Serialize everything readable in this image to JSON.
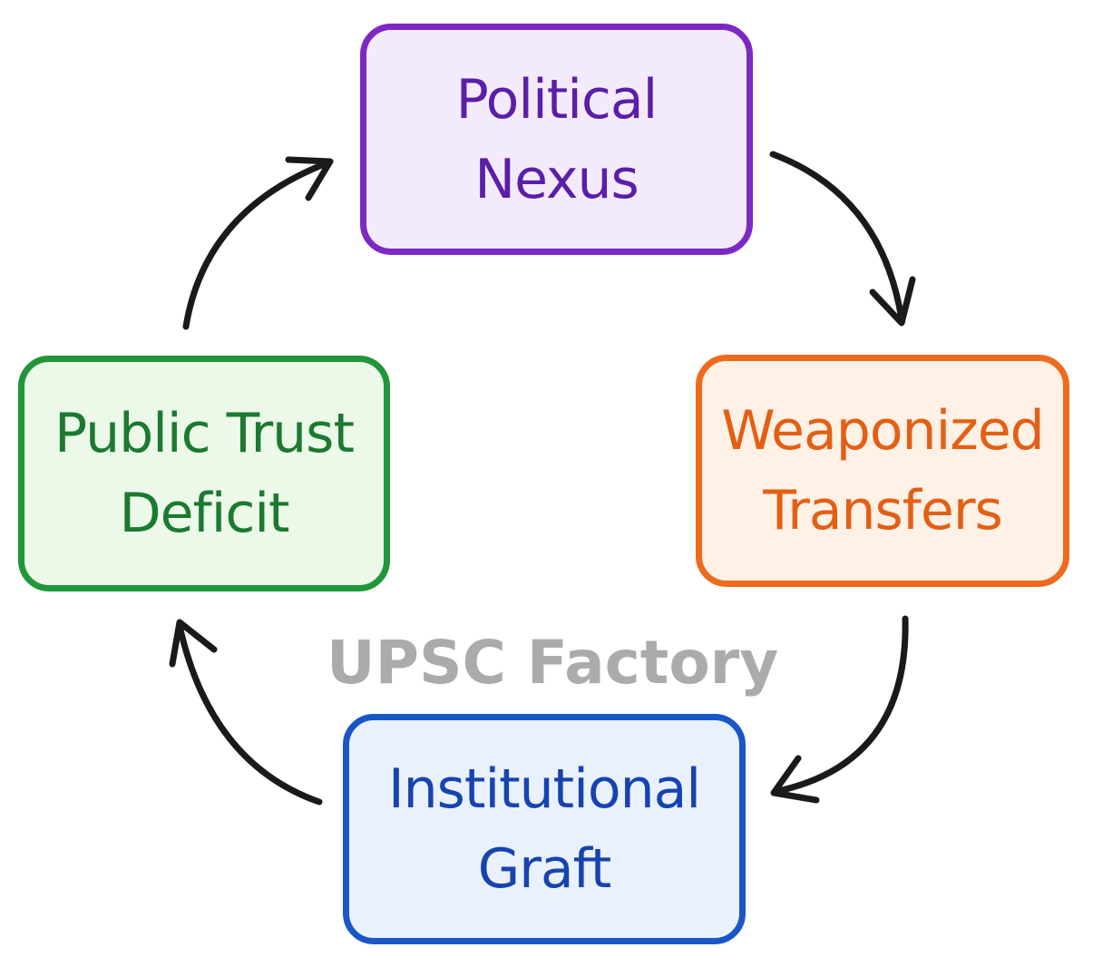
{
  "diagram": {
    "type": "cycle",
    "nodes": [
      {
        "id": "top",
        "lines": [
          "Political",
          "Nexus"
        ],
        "color": "#7e28c4",
        "text_color": "#5a1ea8",
        "fill": "#f3ebfb"
      },
      {
        "id": "right",
        "lines": [
          "Weaponized",
          "Transfers"
        ],
        "color": "#ee6b1d",
        "text_color": "#e35f14",
        "fill": "#fff1e5"
      },
      {
        "id": "bottom",
        "lines": [
          "Institutional",
          "Graft"
        ],
        "color": "#1a56c7",
        "text_color": "#1743b0",
        "fill": "#e9f1fc"
      },
      {
        "id": "left",
        "lines": [
          "Public Trust",
          "Deficit"
        ],
        "color": "#21963b",
        "text_color": "#1b7a30",
        "fill": "#ecf8e8"
      }
    ],
    "edges": [
      {
        "from": "top",
        "to": "right"
      },
      {
        "from": "right",
        "to": "bottom"
      },
      {
        "from": "bottom",
        "to": "left"
      },
      {
        "from": "left",
        "to": "top"
      }
    ],
    "arrow_color": "#1a1a1a"
  },
  "watermark": {
    "text": "UPSC Factory",
    "color": "#ababab"
  }
}
